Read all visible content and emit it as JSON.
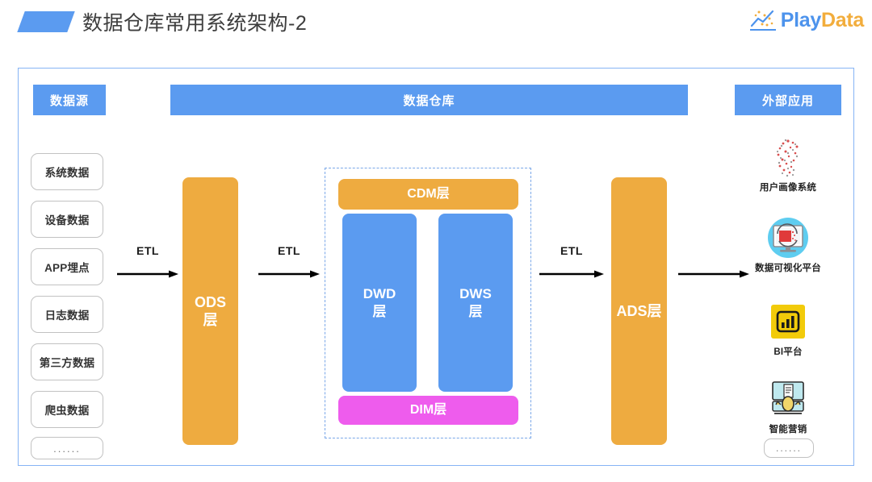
{
  "header": {
    "title": "数据仓库常用系统架构-2",
    "brand": {
      "play": "Play",
      "data": "Data",
      "icon": "line-chart-scatter-icon"
    },
    "accent_color": "#5b9bf0"
  },
  "colors": {
    "frame_border": "#86b4f5",
    "section_bar": "#5b9bf0",
    "orange_stage": "#eeab40",
    "blue_stage": "#5b9bf0",
    "magenta_stage": "#ee5ced",
    "dashed_border": "#7aa7e8",
    "chip_border": "#c2c2c2"
  },
  "sections": {
    "source": {
      "title": "数据源"
    },
    "warehouse": {
      "title": "数据仓库"
    },
    "external": {
      "title": "外部应用"
    }
  },
  "data_sources": [
    {
      "label": "系统数据"
    },
    {
      "label": "设备数据"
    },
    {
      "label": "APP埋点"
    },
    {
      "label": "日志数据"
    },
    {
      "label": "第三方数据"
    },
    {
      "label": "爬虫数据"
    },
    {
      "label": "......"
    }
  ],
  "stages": {
    "ods": {
      "label": "ODS\n层",
      "line1": "ODS",
      "line2": "层"
    },
    "cdm": {
      "label": "CDM层"
    },
    "dwd": {
      "line1": "DWD",
      "line2": "层"
    },
    "dws": {
      "line1": "DWS",
      "line2": "层"
    },
    "dim": {
      "label": "DIM层"
    },
    "ads": {
      "label": "ADS层"
    }
  },
  "flows": [
    {
      "label": "ETL"
    },
    {
      "label": "ETL"
    },
    {
      "label": "ETL"
    },
    {
      "label": ""
    }
  ],
  "external_apps": [
    {
      "label": "用户画像系统",
      "icon": "user-profile-head-icon"
    },
    {
      "label": "数据可视化平台",
      "icon": "monitor-chart-icon"
    },
    {
      "label": "BI平台",
      "icon": "bi-bar-chart-icon"
    },
    {
      "label": "智能营销",
      "icon": "presentation-person-icon"
    },
    {
      "label": "......",
      "icon": "ellipsis-icon"
    }
  ]
}
